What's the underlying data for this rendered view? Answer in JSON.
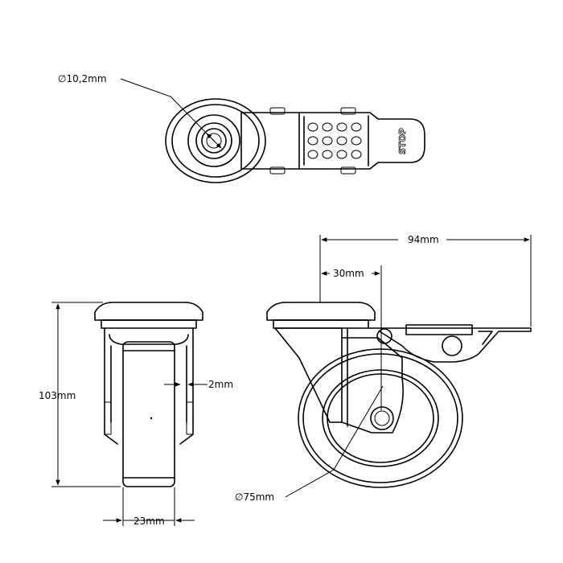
{
  "labels": {
    "bore_diameter": "∅10,2mm",
    "overall_length": "94mm",
    "axle_offset": "30mm",
    "overall_height": "103mm",
    "brake_gap": "2mm",
    "wheel_width": "23mm",
    "wheel_diameter": "∅75mm",
    "pedal_text": "STOP"
  }
}
